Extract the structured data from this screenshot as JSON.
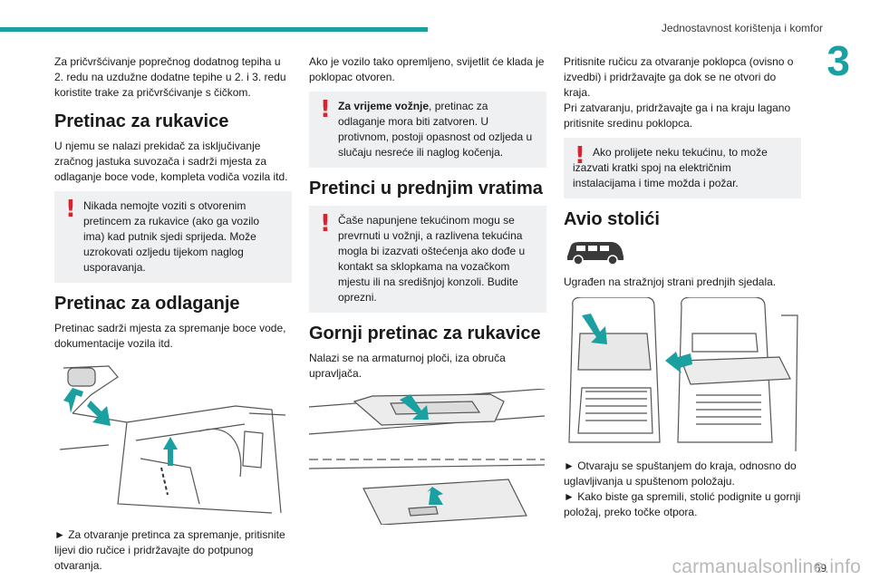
{
  "header": {
    "title": "Jednostavnost korištenja i komfor",
    "chapter": "3"
  },
  "col1": {
    "intro": "Za pričvršćivanje poprečnog dodatnog tepiha u 2. redu na uzdužne dodatne tepihe u 2. i 3. redu koristite trake za pričvršćivanje s čičkom.",
    "h_glovebox": "Pretinac za rukavice",
    "glovebox_text": "U njemu se nalazi prekidač za isključivanje zračnog jastuka suvozača i sadrži mjesta za odlaganje boce vode, kompleta vodiča vozila itd.",
    "warn1": "Nikada nemojte voziti s otvorenim pretincem za rukavice (ako ga vozilo ima) kad putnik sjedi sprijeda. Može uzrokovati ozljedu tijekom naglog usporavanja.",
    "h_storage": "Pretinac za odlaganje",
    "storage_text": "Pretinac sadrži mjesta za spremanje boce vode, dokumentacije vozila itd.",
    "storage_caption": "► Za otvaranje pretinca za spremanje, pritisnite lijevi dio ručice i pridržavajte do potpunog otvaranja."
  },
  "col2": {
    "light_text": "Ako je vozilo tako opremljeno, svijetlit će klada je poklopac otvoren.",
    "warn2_bold": "Za vrijeme vožnje",
    "warn2_rest": ", pretinac za odlaganje mora biti zatvoren. U protivnom, postoji opasnost od ozljeda u slučaju nesreće ili naglog kočenja.",
    "h_doors": "Pretinci u prednjim vratima",
    "warn3": "Čaše napunjene tekućinom mogu se prevrnuti u vožnji, a razlivena tekućina mogla bi izazvati oštećenja ako dođe u kontakt sa sklopkama na vozačkom mjestu ili na središnjoj konzoli. Budite oprezni.",
    "h_upper": "Gornji pretinac za rukavice",
    "upper_text": "Nalazi se na armaturnoj ploči, iza obruča upravljača."
  },
  "col3": {
    "press_text1": "Pritisnite ručicu za otvaranje poklopca (ovisno o izvedbi) i pridržavajte ga dok se ne otvori do kraja.",
    "press_text2": "Pri zatvaranju, pridržavajte ga i na kraju lagano pritisnite sredinu poklopca.",
    "warn4": "Ako prolijete neku tekućinu, to može izazvati kratki spoj na električnim instalacijama i time možda i požar.",
    "h_tables": "Avio stolići",
    "tables_text": "Ugrađen na stražnjoj strani prednjih sjedala.",
    "tables_step1": "► Otvaraju se spuštanjem do kraja, odnosno do uglavljivanja u spuštenom položaju.",
    "tables_step2": "► Kako biste ga spremili, stolić podignite u gornji položaj, preko točke otpora."
  },
  "footer": {
    "page": "69",
    "watermark": "carmanualsonline.info"
  },
  "icons": {
    "warning": "warning-exclamation-icon",
    "vehicle": "van-icon"
  },
  "colors": {
    "accent": "#1aa0a0",
    "warning": "#d9232d",
    "box": "#eef0f2"
  }
}
